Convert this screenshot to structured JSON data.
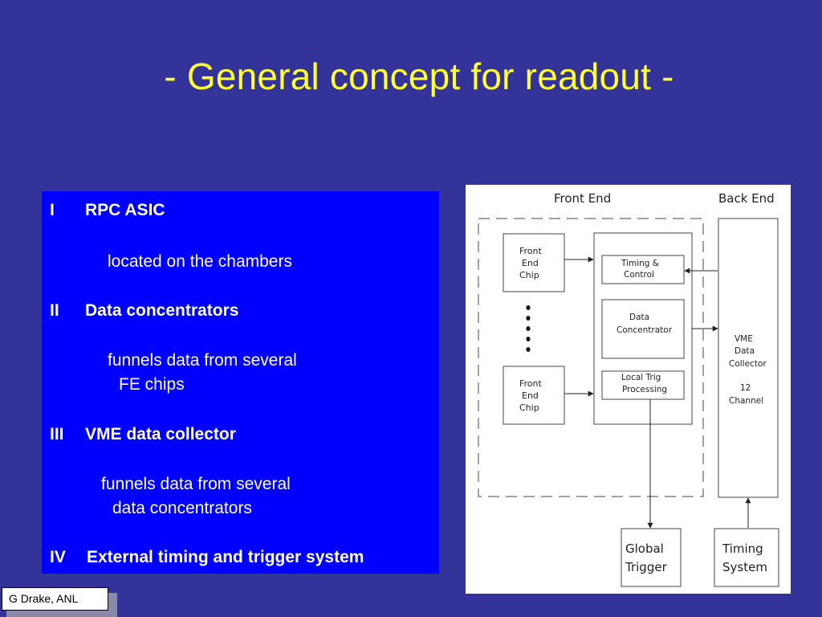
{
  "slide": {
    "title": "- General concept for readout -",
    "background_color": "#333399",
    "title_color": "#ffff33",
    "textbox_color": "#0000ff"
  },
  "outline": {
    "items": [
      {
        "numeral": "I",
        "heading": "RPC ASIC",
        "desc": [
          "located on the chambers"
        ]
      },
      {
        "numeral": "II",
        "heading": "Data concentrators",
        "desc": [
          "funnels data from several",
          "FE chips"
        ]
      },
      {
        "numeral": "III",
        "heading": "VME data collector",
        "desc": [
          "funnels data from several",
          "data concentrators"
        ]
      },
      {
        "numeral": "IV",
        "heading": "External timing and trigger system",
        "desc": []
      }
    ]
  },
  "diagram": {
    "front_end_label": "Front End",
    "back_end_label": "Back End",
    "fe_chip_top": [
      "Front",
      "End",
      "Chip"
    ],
    "fe_chip_bottom": [
      "Front",
      "End",
      "Chip"
    ],
    "timing_control": [
      "Timing &",
      "Control"
    ],
    "data_concentrator": [
      "Data",
      "Concentrator"
    ],
    "local_trig": [
      "Local Trig",
      "Processing"
    ],
    "vme_collector": [
      "VME",
      "Data",
      "Collector",
      "",
      "12",
      "Channel"
    ],
    "global_trigger": [
      "Global",
      "Trigger"
    ],
    "timing_system": [
      "Timing",
      "System"
    ]
  },
  "credit": "G Drake, ANL"
}
